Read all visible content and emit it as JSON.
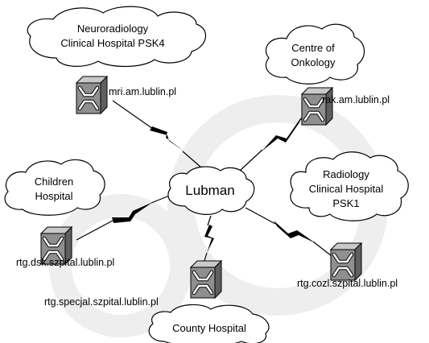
{
  "hub": {
    "label": "Lubman"
  },
  "sites": [
    {
      "id": "neuro",
      "cloud_lines": [
        "Neuroradiology",
        "Clinical Hospital PSK4"
      ],
      "host": "mri.am.lublin.pl"
    },
    {
      "id": "onko",
      "cloud_lines": [
        "Centre of",
        "Onkology"
      ],
      "host": "rak.am.lublin.pl"
    },
    {
      "id": "children",
      "cloud_lines": [
        "Children",
        "Hospital"
      ],
      "host": "rtg.dsk.szpital.lublin.pl"
    },
    {
      "id": "radiology",
      "cloud_lines": [
        "Radiology",
        "Clinical Hospital",
        "PSK1"
      ],
      "host": "rtg.cozl.szpital.lublin.pl"
    },
    {
      "id": "county",
      "cloud_lines": [
        "County Hospital"
      ],
      "host": "rtg.specjal.szpital.lublin.pl"
    }
  ],
  "icons": {
    "cloud": "cloud-icon",
    "router": "router-icon",
    "link": "lightning-link-icon"
  },
  "colors": {
    "router_face": "#8f8f8f",
    "router_top": "#c9c9c9",
    "router_side": "#5f5f5f",
    "arrows": "#ffffff",
    "watermark": "#eeeeee"
  }
}
